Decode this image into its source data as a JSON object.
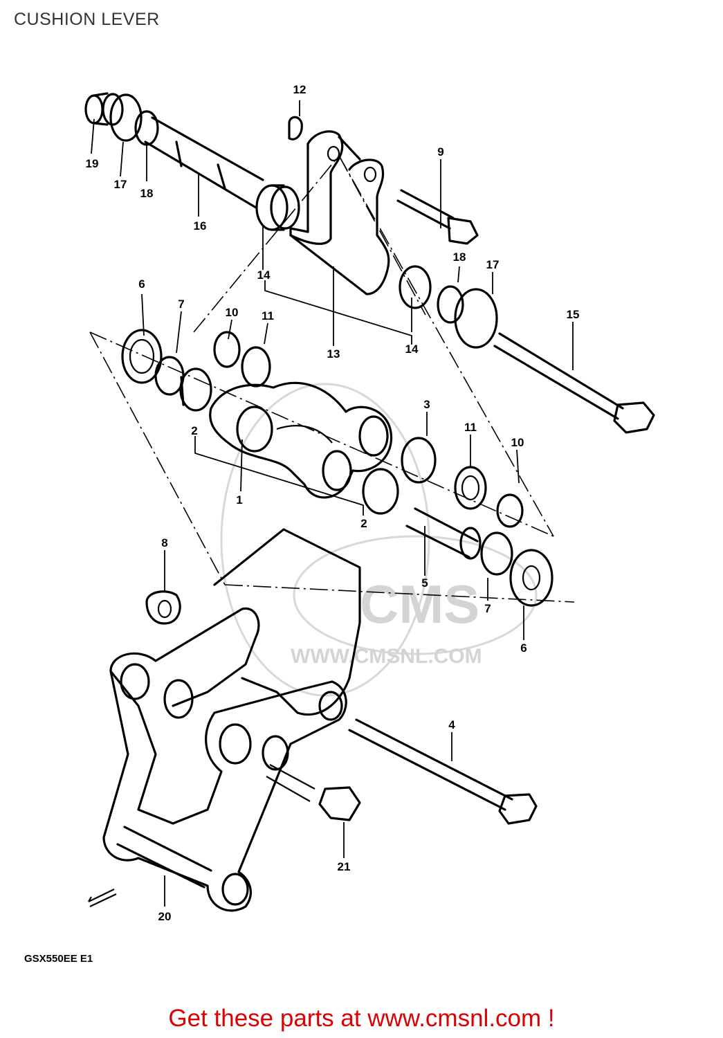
{
  "title": "CUSHION LEVER",
  "model_code": "GSX550EE E1",
  "watermark": {
    "logo": "CMS",
    "url": "WWW.CMSNL.COM"
  },
  "footer": "Get these parts at www.cmsnl.com !",
  "callouts": [
    "12",
    "9",
    "19",
    "17",
    "18",
    "16",
    "14",
    "18",
    "17",
    "15",
    "6",
    "7",
    "10",
    "11",
    "13",
    "14",
    "3",
    "11",
    "10",
    "2",
    "1",
    "2",
    "5",
    "7",
    "6",
    "8",
    "4",
    "21",
    "20"
  ]
}
